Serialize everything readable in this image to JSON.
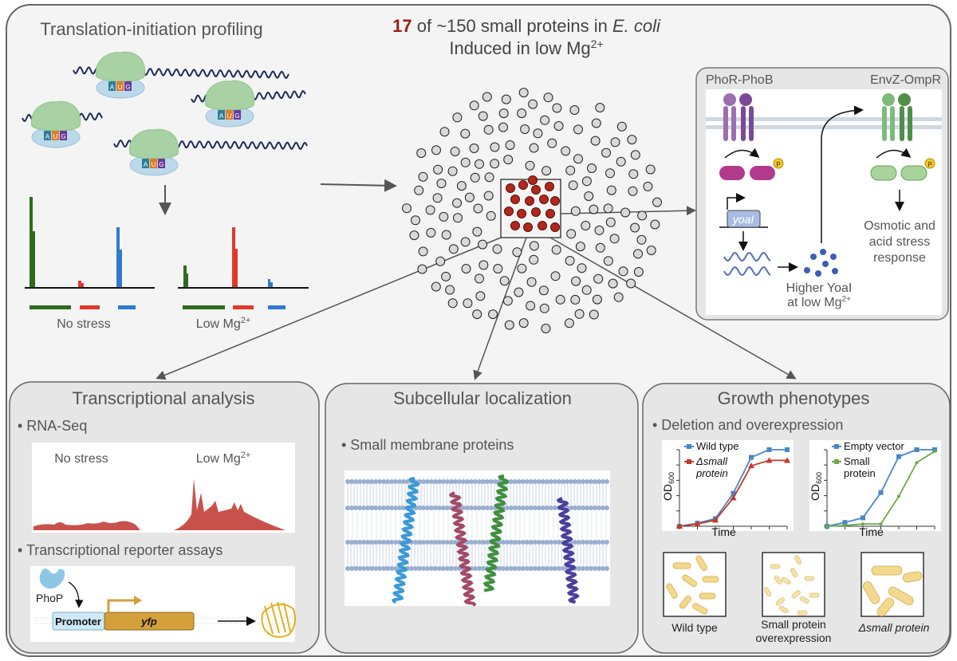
{
  "header": {
    "count": "17",
    "title_rest": " of ~150 small proteins in ",
    "organism": "E. coli",
    "subtitle": "Induced in low Mg",
    "subtitle_sup": "2+"
  },
  "profiling": {
    "title": "Translation-initiation profiling",
    "codon": [
      "A",
      "U",
      "G"
    ],
    "label_left": "No stress",
    "label_right": "Low Mg",
    "label_right_sup": "2+"
  },
  "signaling": {
    "left_system": "PhoR-PhoB",
    "right_system": "EnvZ-OmpR",
    "phospho": "P",
    "gene": "yoaI",
    "protein_line1": "Higher YoaI",
    "protein_line2": "at low Mg",
    "protein_sup": "2+",
    "outcome": [
      "Osmotic and",
      "acid stress",
      "response"
    ]
  },
  "transcriptional": {
    "title": "Transcriptional analysis",
    "bullet1": "• RNA-Seq",
    "rnaseq_left": "No stress",
    "rnaseq_right": "Low Mg",
    "rnaseq_right_sup": "2+",
    "bullet2": "• Transcriptional reporter assays",
    "regulator": "PhoP",
    "promoter": "Promoter",
    "reporter_gene": "yfp"
  },
  "localization": {
    "title": "Subcellular localization",
    "bullet": "• Small membrane proteins"
  },
  "growth": {
    "title": "Growth phenotypes",
    "bullet": "• Deletion and overexpression",
    "cells": [
      {
        "label1": "Wild type",
        "label2": ""
      },
      {
        "label1": "Small protein",
        "label2": "overexpression"
      },
      {
        "label1": "Δsmall protein",
        "label2": ""
      }
    ]
  },
  "colors": {
    "count_red": "#9b1c1c",
    "wild_type": "#4a86c8",
    "deletion": "#c0392b",
    "overexpression": "#6aaa45"
  },
  "chart_data": [
    {
      "type": "line",
      "xlabel": "Time",
      "ylabel": "OD",
      "ylabel_sub": "600",
      "x": [
        0,
        1,
        2,
        3,
        4,
        5,
        6
      ],
      "ylim": [
        0,
        1
      ],
      "legend": "top-left",
      "series": [
        {
          "name": "Wild type",
          "values": [
            0,
            0.04,
            0.1,
            0.43,
            0.9,
            1.0,
            1.0
          ],
          "color": "#4a86c8",
          "marker": "square"
        },
        {
          "name": "Δsmall protein",
          "values": [
            0,
            0.03,
            0.08,
            0.37,
            0.79,
            0.86,
            0.86
          ],
          "color": "#c0392b",
          "marker": "triangle"
        }
      ]
    },
    {
      "type": "line",
      "xlabel": "Time",
      "ylabel": "OD",
      "ylabel_sub": "600",
      "x": [
        0,
        1,
        2,
        3,
        4,
        5,
        6
      ],
      "ylim": [
        0,
        1
      ],
      "legend": "top-left",
      "series": [
        {
          "name": "Empty vector",
          "values": [
            0,
            0.05,
            0.11,
            0.44,
            0.91,
            1.0,
            1.0
          ],
          "color": "#4a86c8",
          "marker": "square"
        },
        {
          "name": "Small protein",
          "values": [
            0,
            0.01,
            0.03,
            0.03,
            0.39,
            0.83,
            0.98
          ],
          "color": "#6aaa45",
          "marker": "dot"
        }
      ]
    }
  ]
}
